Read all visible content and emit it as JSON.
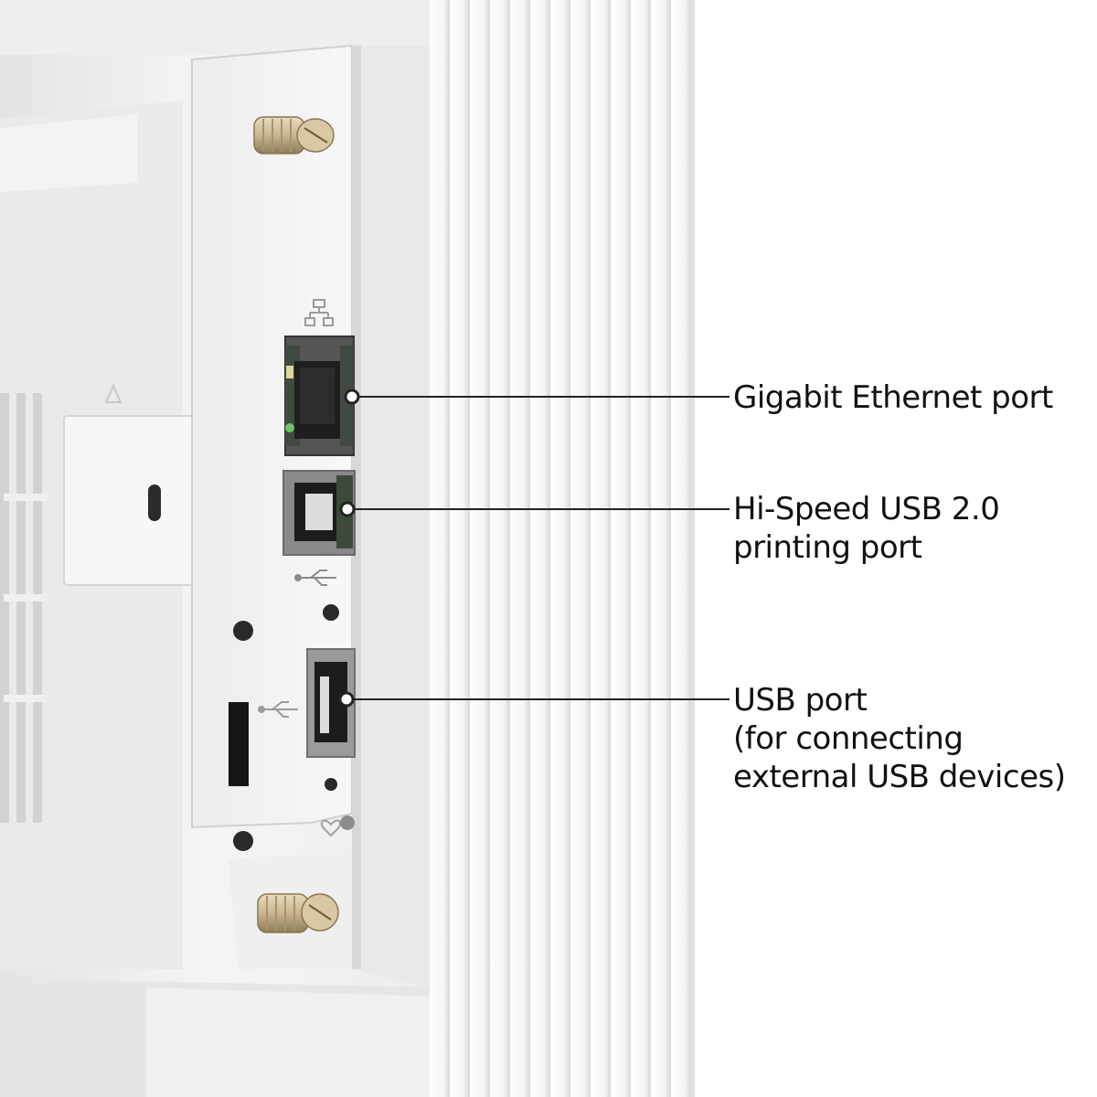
{
  "callouts": {
    "ethernet": {
      "line1": "Gigabit Ethernet port"
    },
    "usb_printing": {
      "line1": "Hi-Speed USB 2.0",
      "line2": "printing port"
    },
    "usb_external": {
      "line1": "USB port",
      "line2": "(for connecting",
      "line3": "external USB devices)"
    }
  },
  "icons": [
    "network-icon",
    "usb-icon",
    "usb-icon",
    "lock-slot-icon",
    "heart-icon"
  ],
  "colors": {
    "background": "#ffffff",
    "chassis": "#f2f2f2",
    "text": "#111111",
    "leader_line": "#222222",
    "screw_brass": "#c9b58f"
  }
}
